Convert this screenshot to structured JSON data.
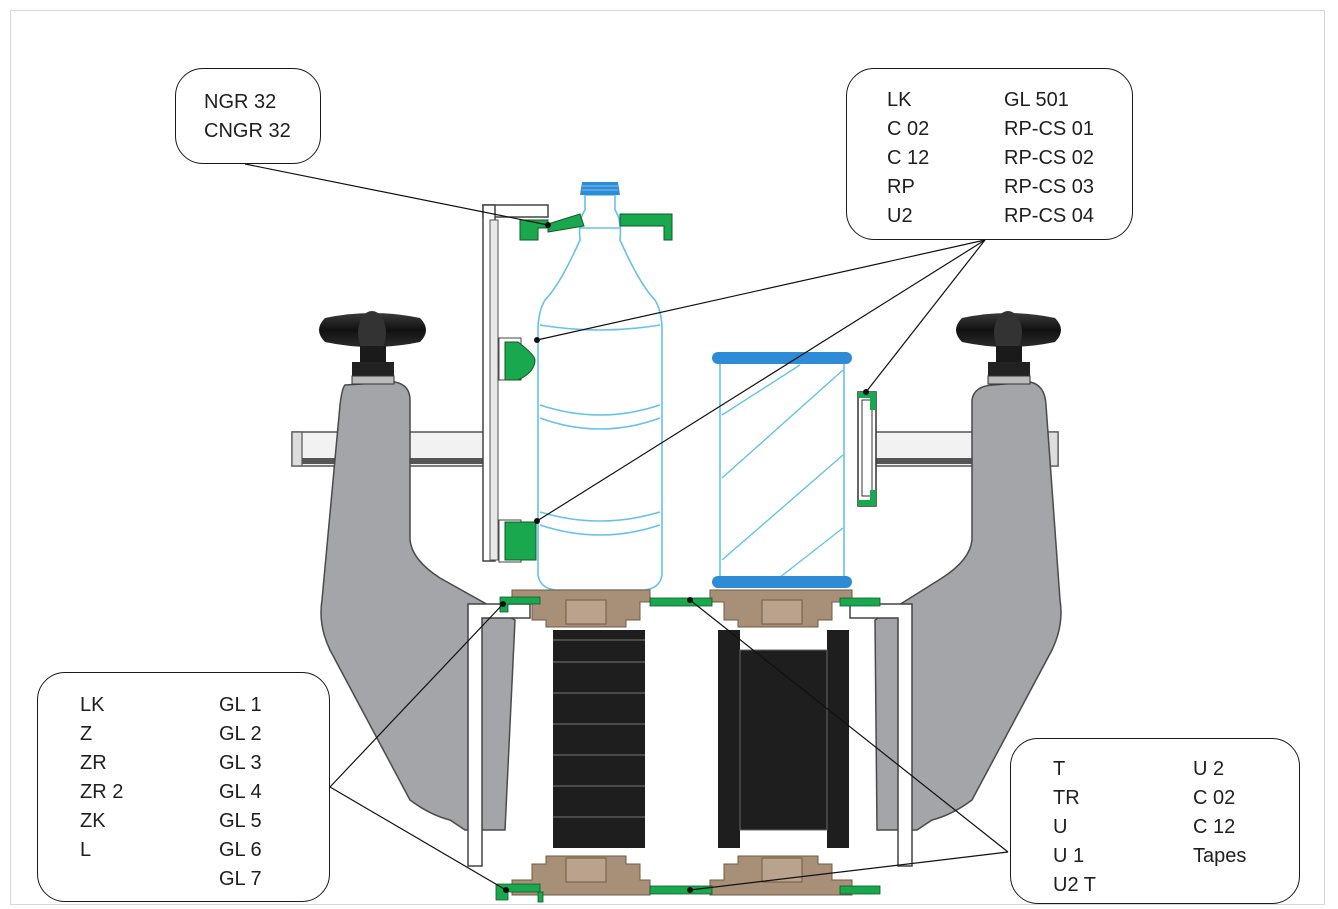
{
  "colors": {
    "green": "#1aa84f",
    "tan": "#a89078",
    "gray_body": "#a3a5a8",
    "black": "#1e1e1e",
    "blue": "#2e8bd6",
    "light_blue": "#64c3e8"
  },
  "callouts": {
    "top_left": {
      "items": [
        "NGR 32",
        "CNGR 32"
      ]
    },
    "top_right": {
      "col1": [
        "LK",
        "C 02",
        "C 12",
        "RP",
        "U2"
      ],
      "col2": [
        "GL 501",
        "RP-CS 01",
        "RP-CS 02",
        "RP-CS 03",
        "RP-CS 04"
      ]
    },
    "bottom_left": {
      "col1": [
        "LK",
        "Z",
        "ZR",
        "ZR 2",
        "ZK",
        "L"
      ],
      "col2": [
        "GL 1",
        "GL 2",
        "GL 3",
        "GL 4",
        "GL 5",
        "GL 6",
        "GL 7"
      ]
    },
    "bottom_right": {
      "col1": [
        "T",
        "TR",
        "U",
        "U 1",
        "U2 T"
      ],
      "col2": [
        "U 2",
        "C 02",
        "C 12",
        "Tapes"
      ]
    }
  }
}
